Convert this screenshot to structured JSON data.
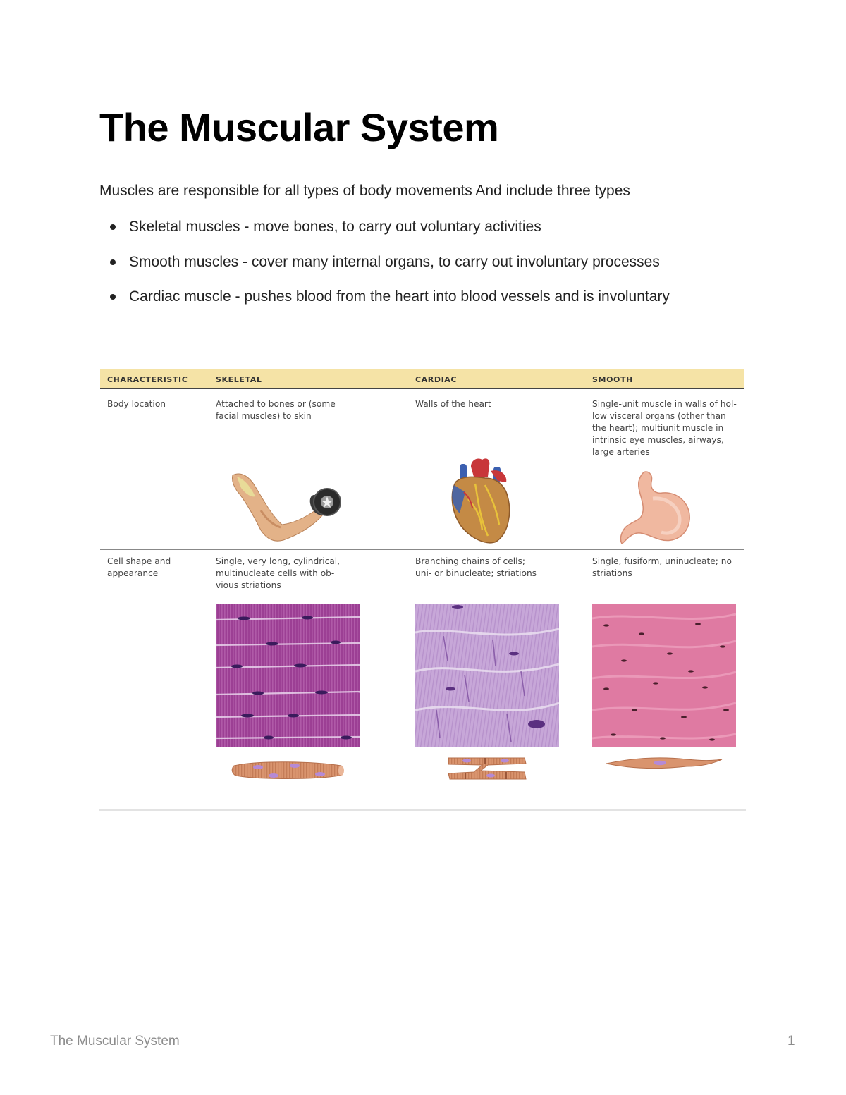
{
  "document": {
    "title": "The Muscular System",
    "intro": "Muscles are responsible for all types of body movements And include three types",
    "bullets": [
      "Skeletal muscles - move bones, to carry out voluntary activities",
      "Smooth muscles - cover many internal organs, to carry out involuntary processes",
      "Cardiac muscle - pushes blood from the heart into blood vessels and is involuntary"
    ]
  },
  "table": {
    "headers": [
      "CHARACTERISTIC",
      "SKELETAL",
      "CARDIAC",
      "SMOOTH"
    ],
    "header_color": "#f5e3a6",
    "rows": [
      {
        "label_lines": [
          "Body location"
        ],
        "skeletal_lines": [
          "Attached to bones or (some",
          "facial muscles) to skin"
        ],
        "cardiac_lines": [
          "Walls of the heart"
        ],
        "smooth_lines": [
          "Single-unit muscle in walls of hol-",
          "low visceral organs (other than",
          "the heart); multiunit muscle in",
          "intrinsic eye muscles, airways,",
          "large arteries"
        ]
      },
      {
        "label_lines": [
          "Cell shape and",
          "appearance"
        ],
        "skeletal_lines": [
          "Single, very long, cylindrical,",
          "multinucleate cells with ob-",
          "vious striations"
        ],
        "cardiac_lines": [
          "Branching chains of cells;",
          "uni- or binucleate; striations"
        ],
        "smooth_lines": [
          "Single, fusiform, uninucleate; no",
          "striations"
        ]
      }
    ],
    "illustrations": [
      "arm-with-dumbbell",
      "heart",
      "stomach"
    ],
    "micrographs": [
      "skeletal-tissue",
      "cardiac-tissue",
      "smooth-tissue"
    ],
    "fibers": [
      "skeletal-fiber",
      "cardiac-fibers",
      "smooth-fiber"
    ]
  },
  "footer": {
    "title": "The Muscular System",
    "page_number": "1"
  }
}
